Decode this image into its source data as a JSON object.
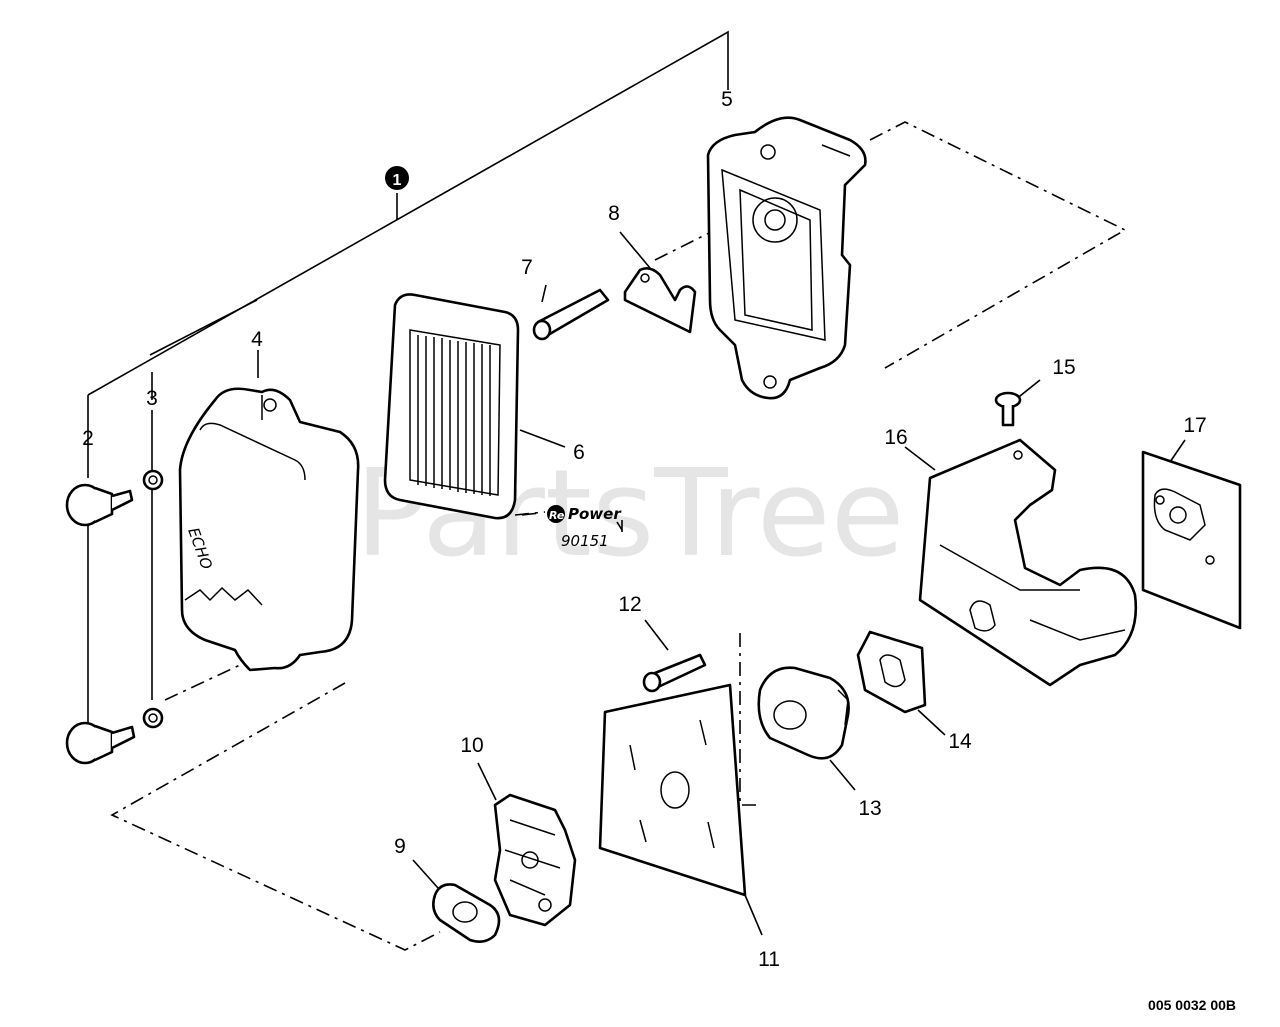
{
  "watermark": "PartsTree",
  "drawing_code": "005 0032 00B",
  "assembly_number": "1",
  "callouts": [
    "2",
    "3",
    "4",
    "5",
    "6",
    "7",
    "8",
    "9",
    "10",
    "11",
    "12",
    "13",
    "14",
    "15",
    "16",
    "17"
  ],
  "repower": {
    "prefix": "Re",
    "word": "Power",
    "part": "90151"
  }
}
